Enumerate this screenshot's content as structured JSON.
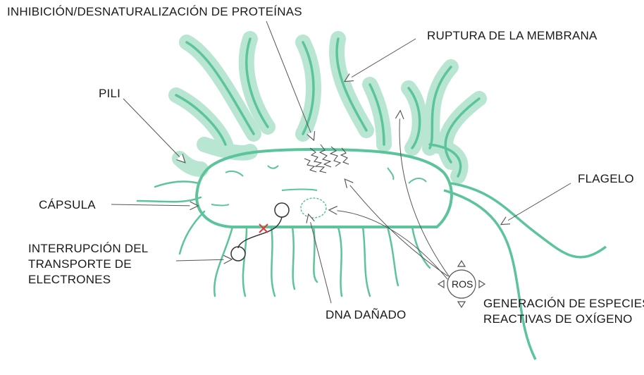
{
  "labels": {
    "protein": "INHIBICIÓN/DESNATURALIZACIÓN DE PROTEÍNAS",
    "membrane": "RUPTURA DE LA MEMBRANA",
    "pili": "PILI",
    "flagellum": "FLAGELO",
    "capsule": "CÁPSULA",
    "electron_line1": "INTERRUPCIÓN DEL",
    "electron_line2": "TRANSPORTE DE",
    "electron_line3": "ELECTRONES",
    "dna": "DNA DAÑADO",
    "ros_line1": "GENERACIÓN DE ESPECIES",
    "ros_line2": "REACTIVAS DE OXÍGENO",
    "ros_symbol": "ROS"
  },
  "colors": {
    "pili_glow": "#b8e6d3",
    "cell_stroke": "#5cc49a",
    "arrow": "#555555",
    "text": "#1a1a1a",
    "cross": "#e53935"
  },
  "icons": {
    "ros": "ros-circle-icon",
    "protein": "protein-aggregate-icon",
    "dna": "dna-icon",
    "cross": "red-x-icon"
  }
}
